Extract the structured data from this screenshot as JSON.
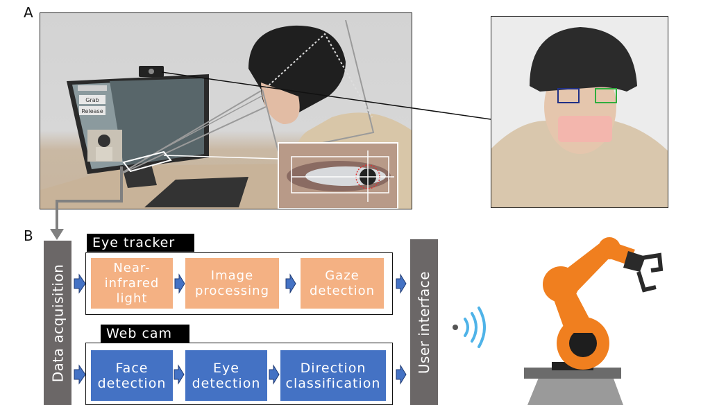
{
  "panel_labels": {
    "a": "A",
    "b": "B"
  },
  "left_sidebar": "Data acquisition",
  "right_sidebar": "User interface",
  "eye_tracker": {
    "header": "Eye tracker",
    "steps": [
      "Near-\ninfrared\nlight",
      "Image\nprocessing",
      "Gaze\ndetection"
    ]
  },
  "web_cam": {
    "header": "Web cam",
    "steps": [
      "Face\ndetection",
      "Eye\ndetection",
      "Direction\nclassification"
    ]
  },
  "screen_ui": {
    "button_1": "Grab",
    "button_2": "Release"
  },
  "colors": {
    "peach_box": "#f4b183",
    "blue_box": "#4472c4",
    "sidebar": "#6b6767",
    "arrow": "#4472c4",
    "robot_orange": "#f07f1f",
    "wifi": "#4fb3e8",
    "left_eye_box": "#1f2f86",
    "right_eye_box": "#2fae3e",
    "mouth_mask": "#f3b6ad"
  },
  "icons": [
    "webcam-icon",
    "wireless-signal-icon",
    "robot-arm-icon",
    "flow-arrow-icon"
  ]
}
